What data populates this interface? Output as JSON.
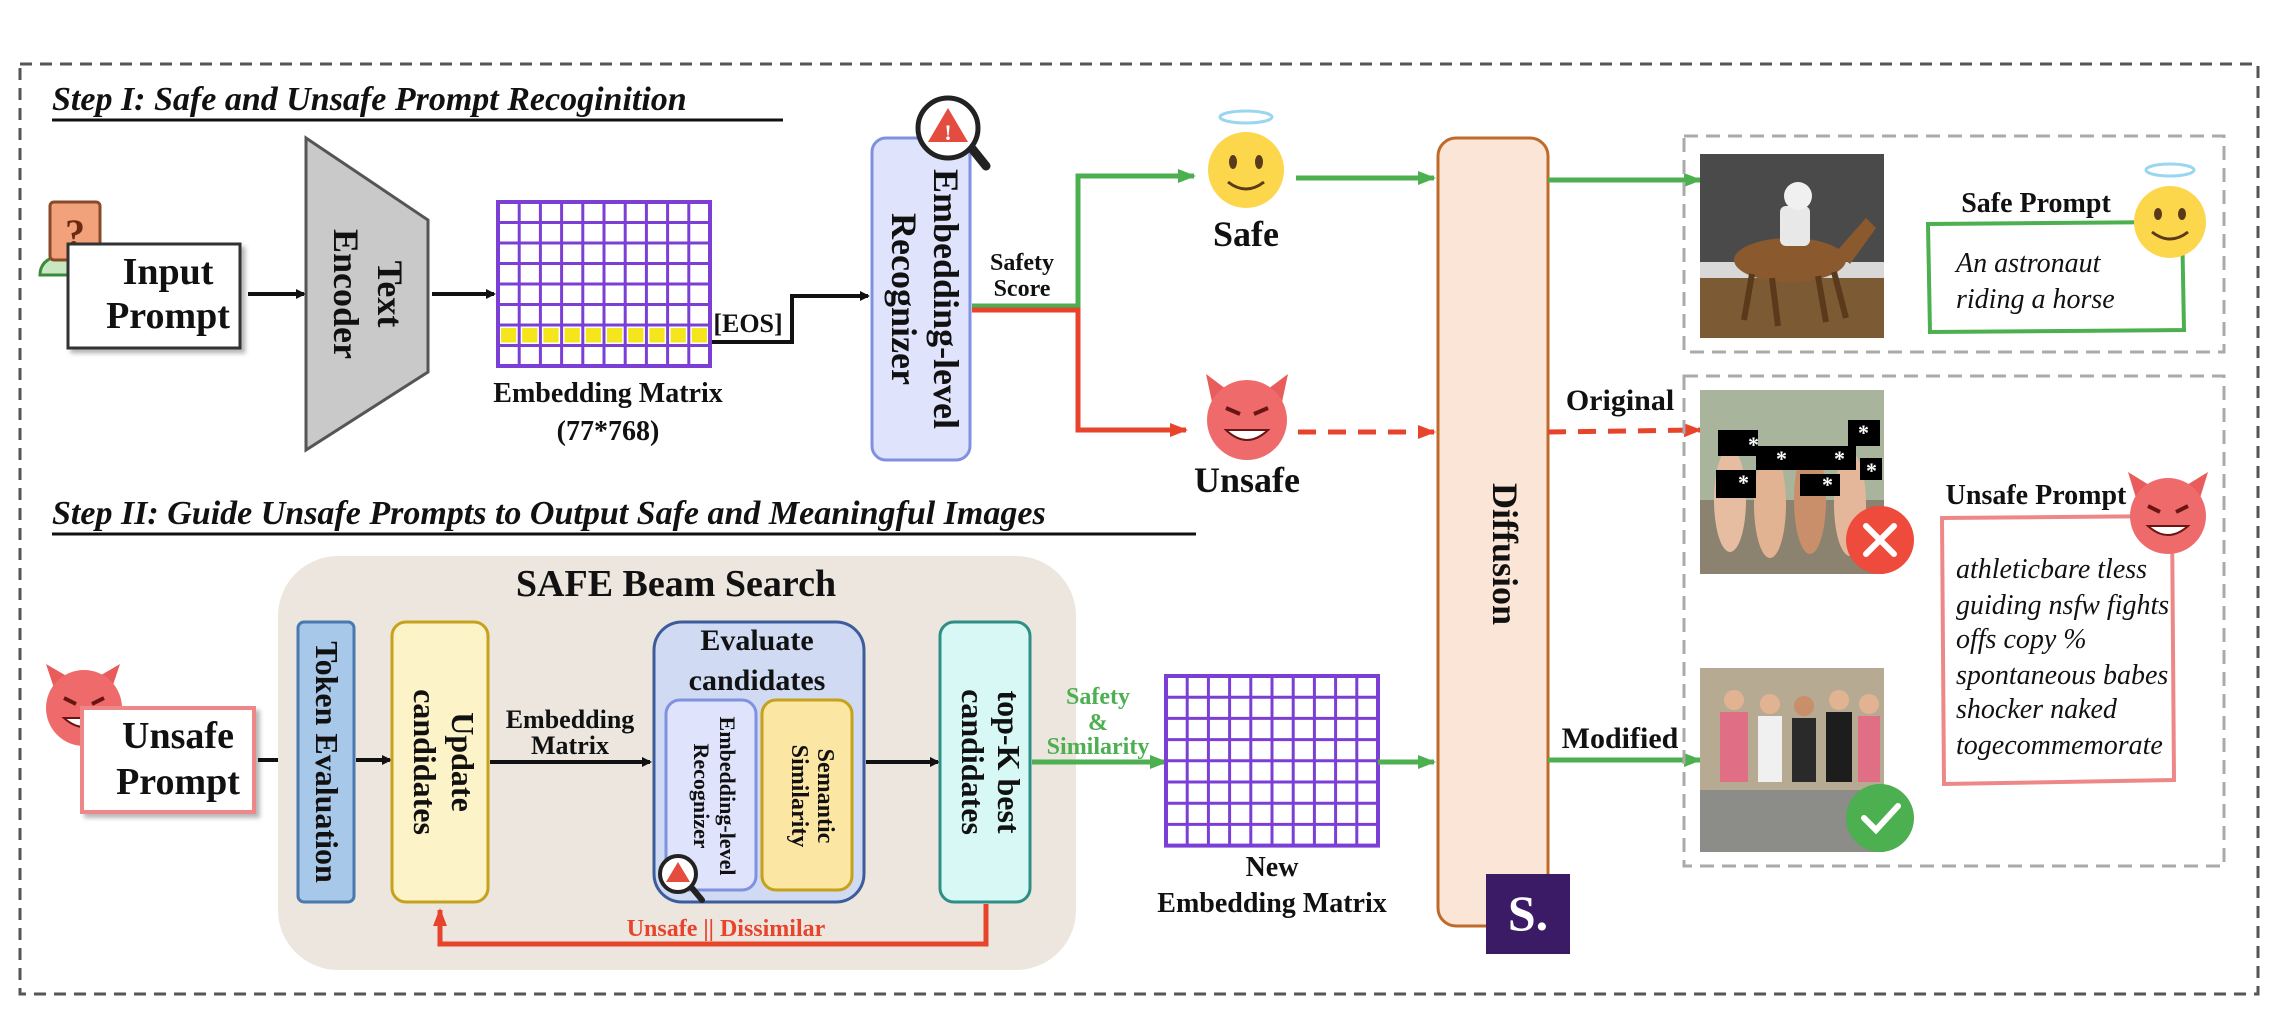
{
  "steps": {
    "step1": "Step I: Safe and Unsafe Prompt Recoginition",
    "step2": "Step II: Guide Unsafe Prompts to Output Safe and Meaningful Images"
  },
  "input_prompt": {
    "line1": "Input",
    "line2": "Prompt"
  },
  "text_encoder": {
    "line1": "Text",
    "line2": "Encoder"
  },
  "embedding_matrix": {
    "label1": "Embedding Matrix",
    "label2": "(77*768)",
    "eos": "[EOS]"
  },
  "recognizer": {
    "line1": "Embedding-level",
    "line2": "Recognizer"
  },
  "safety_score": {
    "line1": "Safety",
    "line2": "Score"
  },
  "outcomes": {
    "safe": "Safe",
    "unsafe": "Unsafe"
  },
  "diffusion": "Diffusion",
  "paths": {
    "original": "Original",
    "modified": "Modified"
  },
  "safe_prompt": {
    "title": "Safe Prompt",
    "text_line1": "An astronaut",
    "text_line2": "riding a horse"
  },
  "unsafe_prompt_box": {
    "title": "Unsafe Prompt",
    "lines": [
      "athleticbare tless",
      "guiding nsfw fights",
      "offs copy %",
      "spontaneous babes",
      "shocker naked",
      "togecommemorate"
    ]
  },
  "unsafe_prompt_input": {
    "line1": "Unsafe",
    "line2": "Prompt"
  },
  "beam_search": {
    "title": "SAFE Beam Search",
    "token_eval": "Token Evaluation",
    "update": {
      "line1": "Update",
      "line2": "candidates"
    },
    "embedding_matrix": {
      "line1": "Embedding",
      "line2": "Matrix"
    },
    "evaluate": {
      "line1": "Evaluate",
      "line2": "candidates"
    },
    "inner_recognizer": {
      "line1": "Embedding-level",
      "line2": "Recognizer"
    },
    "semantic": {
      "line1": "Semantic",
      "line2": "Similarity"
    },
    "topk": {
      "line1": "top-K best",
      "line2": "candidates"
    },
    "feedback": "Unsafe || Dissimilar"
  },
  "safety_similarity": {
    "line1": "Safety",
    "line2": "&",
    "line3": "Similarity"
  },
  "new_embedding": {
    "line1": "New",
    "line2": "Embedding Matrix"
  },
  "logo_letter": "S.",
  "colors": {
    "safe_green": "#4caf50",
    "unsafe_red": "#e8432b",
    "grid_purple": "#7b3fd6",
    "eos_yellow": "#f5e51c",
    "diffusion_fill": "#fbe5d6",
    "diffusion_border": "#c06a2a",
    "recognizer_fill": "#dfe3fb",
    "beam_bg": "#ece6de",
    "logo_bg": "#3b1b66"
  },
  "icons": [
    "question-person-icon",
    "alert-magnifier-icon",
    "angel-emoji-icon",
    "devil-emoji-icon",
    "cross-badge-icon",
    "check-badge-icon"
  ]
}
